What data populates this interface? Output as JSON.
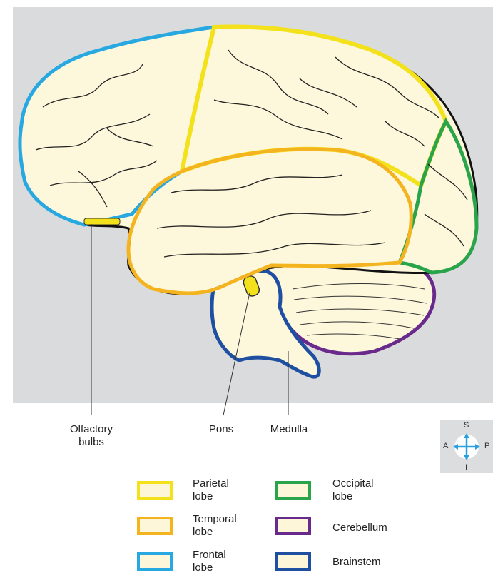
{
  "labels": {
    "olfactory_line1": "Olfactory",
    "olfactory_line2": "bulbs",
    "pons": "Pons",
    "medulla": "Medulla"
  },
  "legend": [
    {
      "line1": "Parietal",
      "line2": "lobe",
      "color": "#f3e21b"
    },
    {
      "line1": "Temporal",
      "line2": "lobe",
      "color": "#f4b41f"
    },
    {
      "line1": "Frontal",
      "line2": "lobe",
      "color": "#28a8e0"
    },
    {
      "line1": "Occipital",
      "line2": "lobe",
      "color": "#2aa44a"
    },
    {
      "line1": "Cerebellum",
      "line2": "",
      "color": "#6a2a8c"
    },
    {
      "line1": "Brainstem",
      "line2": "",
      "color": "#1f4fa0"
    }
  ],
  "compass": {
    "superior": "S",
    "inferior": "I",
    "anterior": "A",
    "posterior": "P",
    "arrow_color": "#2aa0de"
  },
  "colors": {
    "background_panel": "#d9dbdd",
    "brain_fill": "#fdf8dc"
  }
}
